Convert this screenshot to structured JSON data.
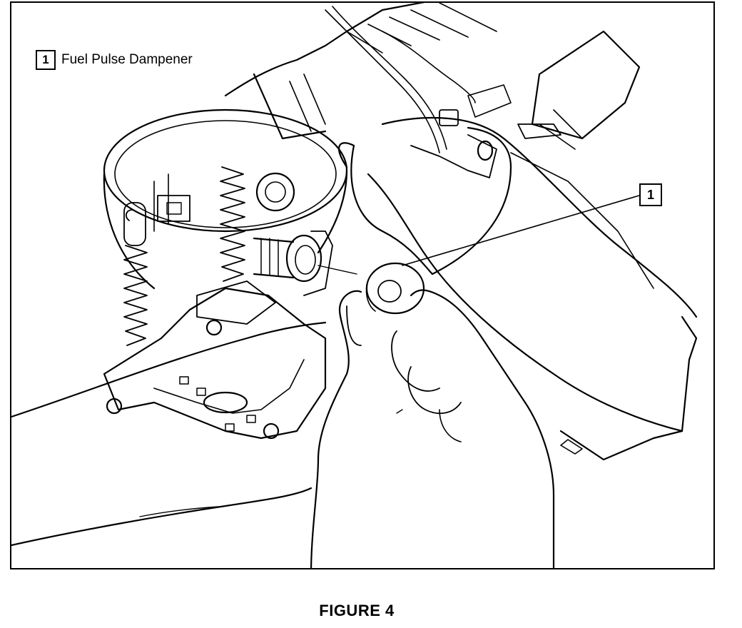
{
  "legend": {
    "number": "1",
    "label": "Fuel Pulse Dampener"
  },
  "callout": {
    "number": "1"
  },
  "caption": "FIGURE 4"
}
